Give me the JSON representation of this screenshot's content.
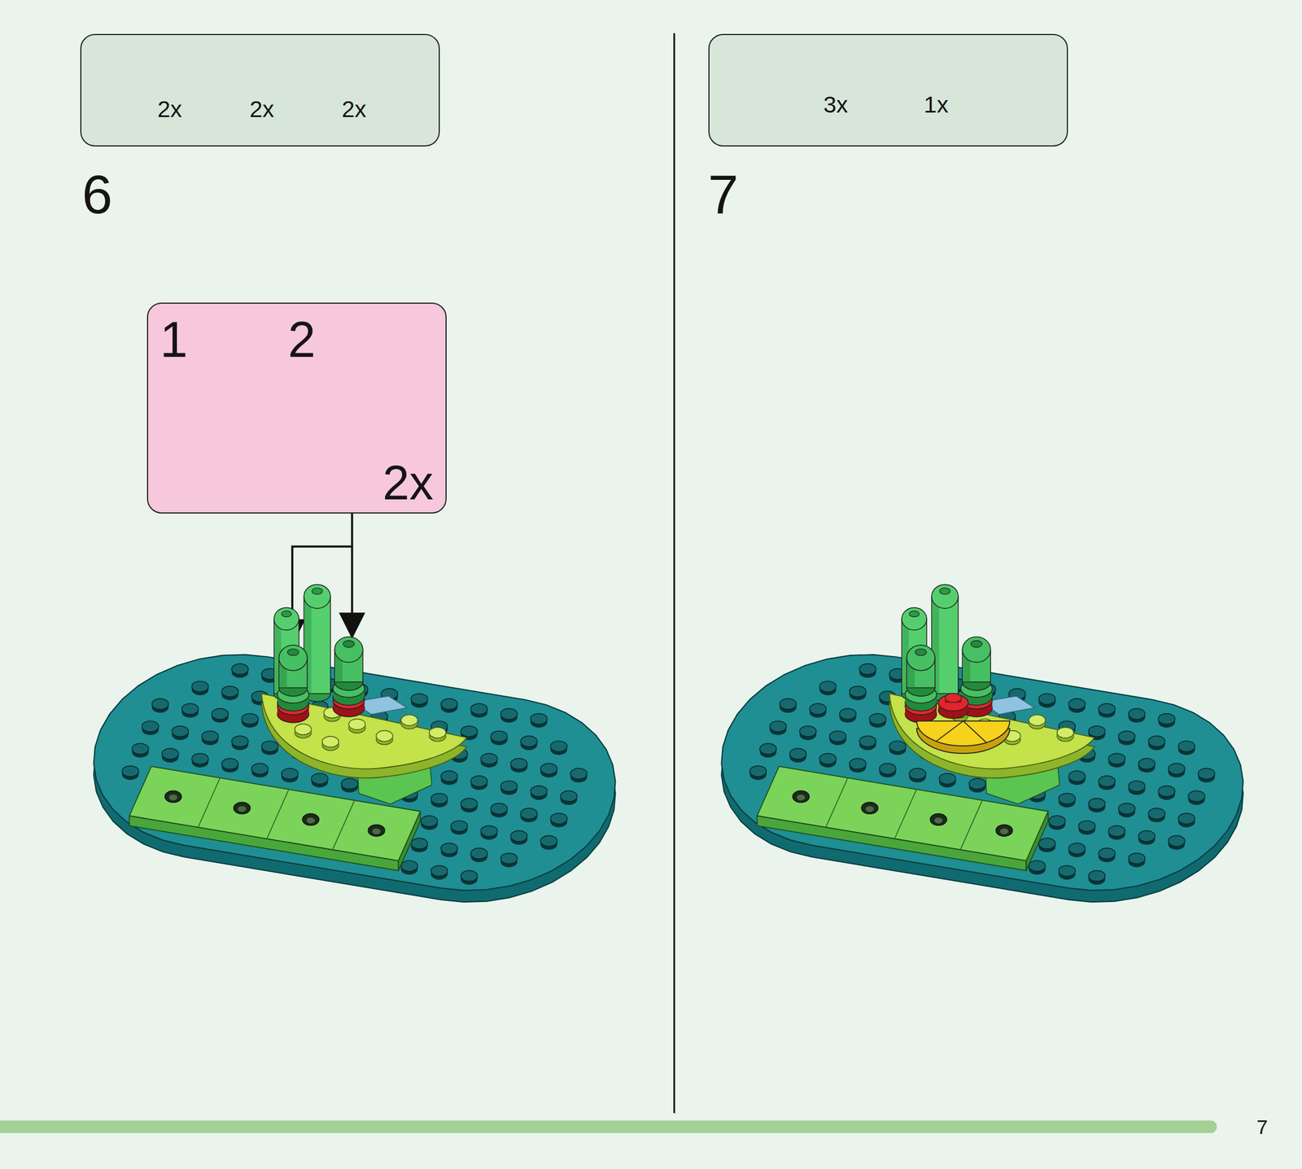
{
  "diagram": {
    "nodes": [
      {
        "text": [
          "2x",
          "2x",
          "2x"
        ]
      },
      {
        "text": [
          "1",
          "2",
          "2x"
        ]
      },
      {
        "text": [
          "3x",
          "1x"
        ]
      }
    ],
    "labels": [
      "6",
      "7",
      "7"
    ]
  }
}
